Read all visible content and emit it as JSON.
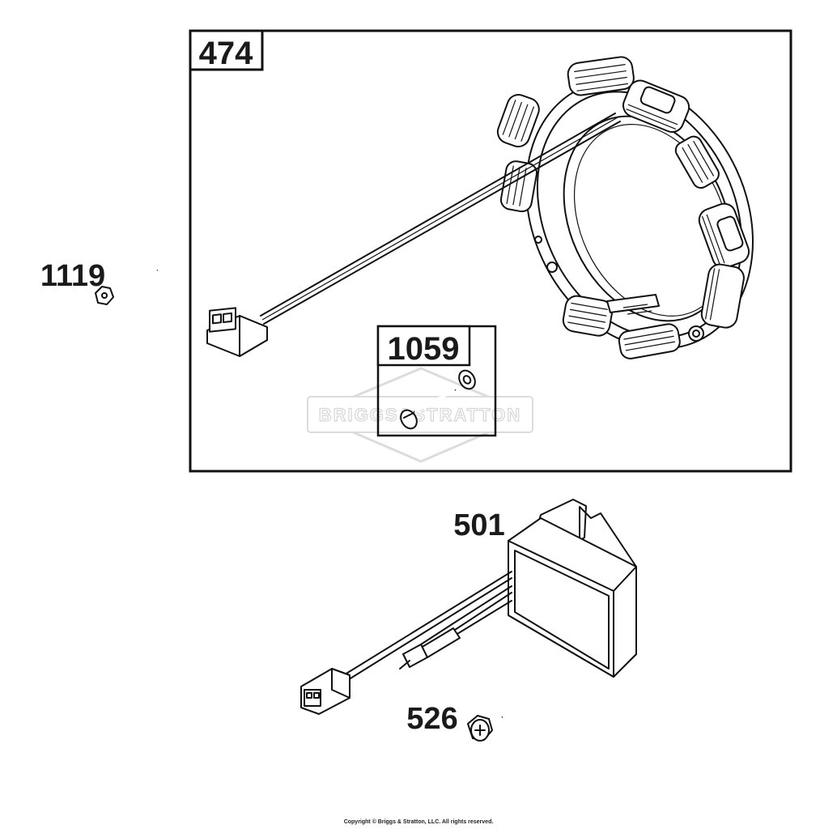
{
  "parts": {
    "p474": {
      "label": "474"
    },
    "p1059": {
      "label": "1059"
    },
    "p1119": {
      "label": "1119"
    },
    "p501": {
      "label": "501"
    },
    "p526": {
      "label": "526"
    }
  },
  "watermark": {
    "text": "BRIGGS&STRATTON"
  },
  "footer": {
    "copyright": "Copyright © Briggs & Stratton, LLC. All rights reserved."
  },
  "colors": {
    "line": "#111111",
    "watermark": "#d6d6d6",
    "background": "#ffffff"
  }
}
